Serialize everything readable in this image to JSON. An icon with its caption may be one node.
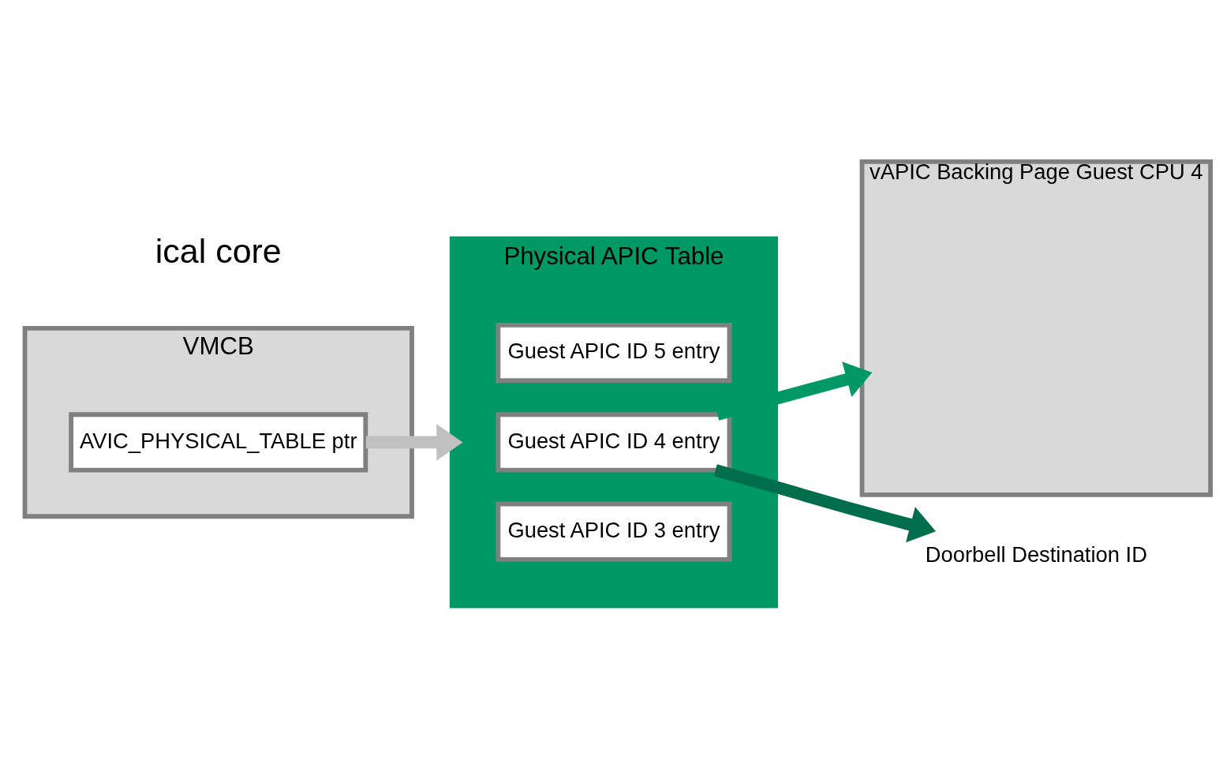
{
  "diagram": {
    "nodes": [
      {
        "text": [
          "VMCB"
        ]
      },
      {
        "text": [
          "AVIC_PHYSICAL_TABLE ptr"
        ],
        "in": 0
      },
      {
        "text": [
          "Physical APIC Table"
        ]
      },
      {
        "text": [
          "Guest APIC ID 5 entry"
        ],
        "in": 2
      },
      {
        "text": [
          "Guest APIC ID 4 entry"
        ],
        "in": 2
      },
      {
        "text": [
          "Guest APIC ID 3 entry"
        ],
        "in": 2
      },
      {
        "text": [
          "vAPIC Backing Page Guest CPU 4"
        ]
      },
      {
        "text": [
          "Doorbell Destination ID"
        ]
      }
    ],
    "edges": [
      {
        "from": 1,
        "to": 2,
        "arrow": "to",
        "color": "#c0c0c0"
      },
      {
        "from": 4,
        "to": 6,
        "arrow": "to",
        "color": "#009966"
      },
      {
        "from": 4,
        "to": 7,
        "arrow": "to",
        "color": "#006e4a"
      }
    ],
    "labels": [
      "ical core"
    ]
  }
}
